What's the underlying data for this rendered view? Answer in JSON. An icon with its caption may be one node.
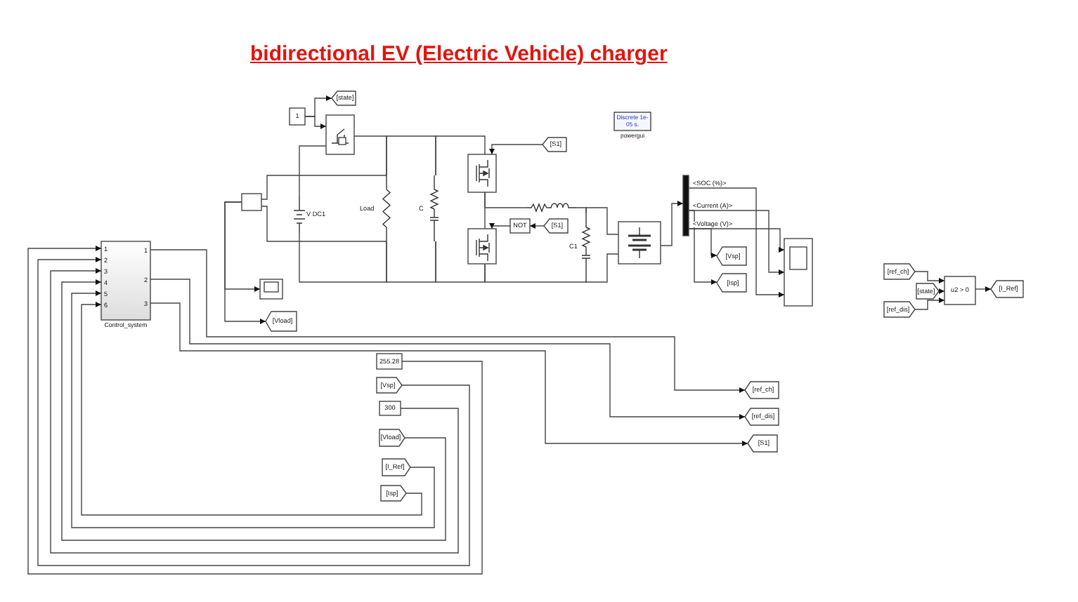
{
  "diagram": {
    "title": "bidirectional EV (Electric Vehicle) charger",
    "nodes": [
      {
        "text": [
          "1"
        ]
      },
      {
        "text": [
          "[state]"
        ]
      },
      {
        "text": [],
        "shape": "box"
      },
      {
        "text": [],
        "shape": "box"
      },
      {
        "text": [
          "V DC1"
        ]
      },
      {
        "text": [
          "Load"
        ]
      },
      {
        "text": [
          "C"
        ]
      },
      {
        "text": [],
        "shape": "box"
      },
      {
        "text": [
          "[S1]"
        ]
      },
      {
        "text": [],
        "shape": "box"
      },
      {
        "text": [
          "NOT"
        ]
      },
      {
        "text": [
          "[S1]"
        ]
      },
      {
        "text": [],
        "shape": "coil"
      },
      {
        "text": [
          "C1"
        ]
      },
      {
        "text": [],
        "shape": "box"
      },
      {
        "text": [],
        "shape": "box"
      },
      {
        "text": [
          "[Vload]"
        ]
      },
      {
        "text": [],
        "shape": "bar"
      },
      {
        "text": [],
        "shape": "box"
      },
      {
        "text": [
          "[Vsp]"
        ]
      },
      {
        "text": [
          "[Isp]"
        ]
      },
      {
        "text": [
          "1",
          "2",
          "3",
          "4",
          "5",
          "6",
          "1",
          "2",
          "3",
          "Control_system"
        ]
      },
      {
        "text": [
          "[ref_ch]"
        ]
      },
      {
        "text": [
          "[ref_dis]"
        ]
      },
      {
        "text": [
          "[S1]"
        ]
      },
      {
        "text": [
          "255.28"
        ]
      },
      {
        "text": [
          "[Vsp]"
        ]
      },
      {
        "text": [
          "300"
        ]
      },
      {
        "text": [
          "[Vload]"
        ]
      },
      {
        "text": [
          "[I_Ref]"
        ]
      },
      {
        "text": [
          "[Isp]"
        ]
      },
      {
        "text": [
          "[ref_ch]"
        ]
      },
      {
        "text": [
          "[state]"
        ]
      },
      {
        "text": [
          "[ref_dis]"
        ]
      },
      {
        "text": [
          "u2 > 0"
        ]
      },
      {
        "text": [
          "[I_Ref]"
        ]
      },
      {
        "text": [
          "Discrete 1e-05 s."
        ],
        "beside": [
          "powergui"
        ]
      }
    ],
    "edges": [
      {
        "from": 0,
        "to": 2,
        "arrow": "to"
      },
      {
        "from": 0,
        "to": 1,
        "arrow": "to"
      },
      {
        "from": 4,
        "to": 2,
        "arrow": "none"
      },
      {
        "from": 2,
        "to": 5,
        "arrow": "none"
      },
      {
        "from": 5,
        "to": 6,
        "arrow": "none"
      },
      {
        "from": 6,
        "to": 7,
        "arrow": "none"
      },
      {
        "from": 4,
        "to": 5,
        "arrow": "none"
      },
      {
        "from": 5,
        "to": 6,
        "arrow": "none"
      },
      {
        "from": 6,
        "to": 9,
        "arrow": "none"
      },
      {
        "from": 9,
        "to": 13,
        "arrow": "none"
      },
      {
        "from": 13,
        "to": 14,
        "arrow": "none"
      },
      {
        "from": 7,
        "to": 9,
        "arrow": "none"
      },
      {
        "from": 7,
        "to": 12,
        "arrow": "none"
      },
      {
        "from": 12,
        "to": 13,
        "arrow": "none"
      },
      {
        "from": 13,
        "to": 14,
        "arrow": "none"
      },
      {
        "from": 3,
        "to": 5,
        "arrow": "none"
      },
      {
        "from": 3,
        "to": 5,
        "arrow": "none"
      },
      {
        "from": 3,
        "to": 15,
        "arrow": "to"
      },
      {
        "from": 3,
        "to": 16,
        "arrow": "to"
      },
      {
        "from": 8,
        "to": 7,
        "arrow": "to"
      },
      {
        "from": 11,
        "to": 10,
        "arrow": "to"
      },
      {
        "from": 10,
        "to": 9,
        "arrow": "to"
      },
      {
        "from": 14,
        "to": 17,
        "arrow": "to"
      },
      {
        "from": 17,
        "to": 18,
        "arrow": "to",
        "label": "<SOC (%)>"
      },
      {
        "from": 17,
        "to": 18,
        "arrow": "to",
        "label": "<Current (A)>"
      },
      {
        "from": 17,
        "to": 18,
        "arrow": "to",
        "label": "<Voltage (V)>"
      },
      {
        "from": 17,
        "to": 19,
        "arrow": "to"
      },
      {
        "from": 17,
        "to": 20,
        "arrow": "to"
      },
      {
        "from": 21,
        "to": 22,
        "arrow": "to"
      },
      {
        "from": 21,
        "to": 23,
        "arrow": "to"
      },
      {
        "from": 21,
        "to": 24,
        "arrow": "to"
      },
      {
        "from": 25,
        "to": 21,
        "arrow": "to"
      },
      {
        "from": 26,
        "to": 21,
        "arrow": "to"
      },
      {
        "from": 27,
        "to": 21,
        "arrow": "to"
      },
      {
        "from": 28,
        "to": 21,
        "arrow": "to"
      },
      {
        "from": 29,
        "to": 21,
        "arrow": "to"
      },
      {
        "from": 30,
        "to": 21,
        "arrow": "to"
      },
      {
        "from": 31,
        "to": 34,
        "arrow": "to"
      },
      {
        "from": 32,
        "to": 34,
        "arrow": "to"
      },
      {
        "from": 33,
        "to": 34,
        "arrow": "to"
      },
      {
        "from": 34,
        "to": 35,
        "arrow": "to"
      }
    ]
  }
}
